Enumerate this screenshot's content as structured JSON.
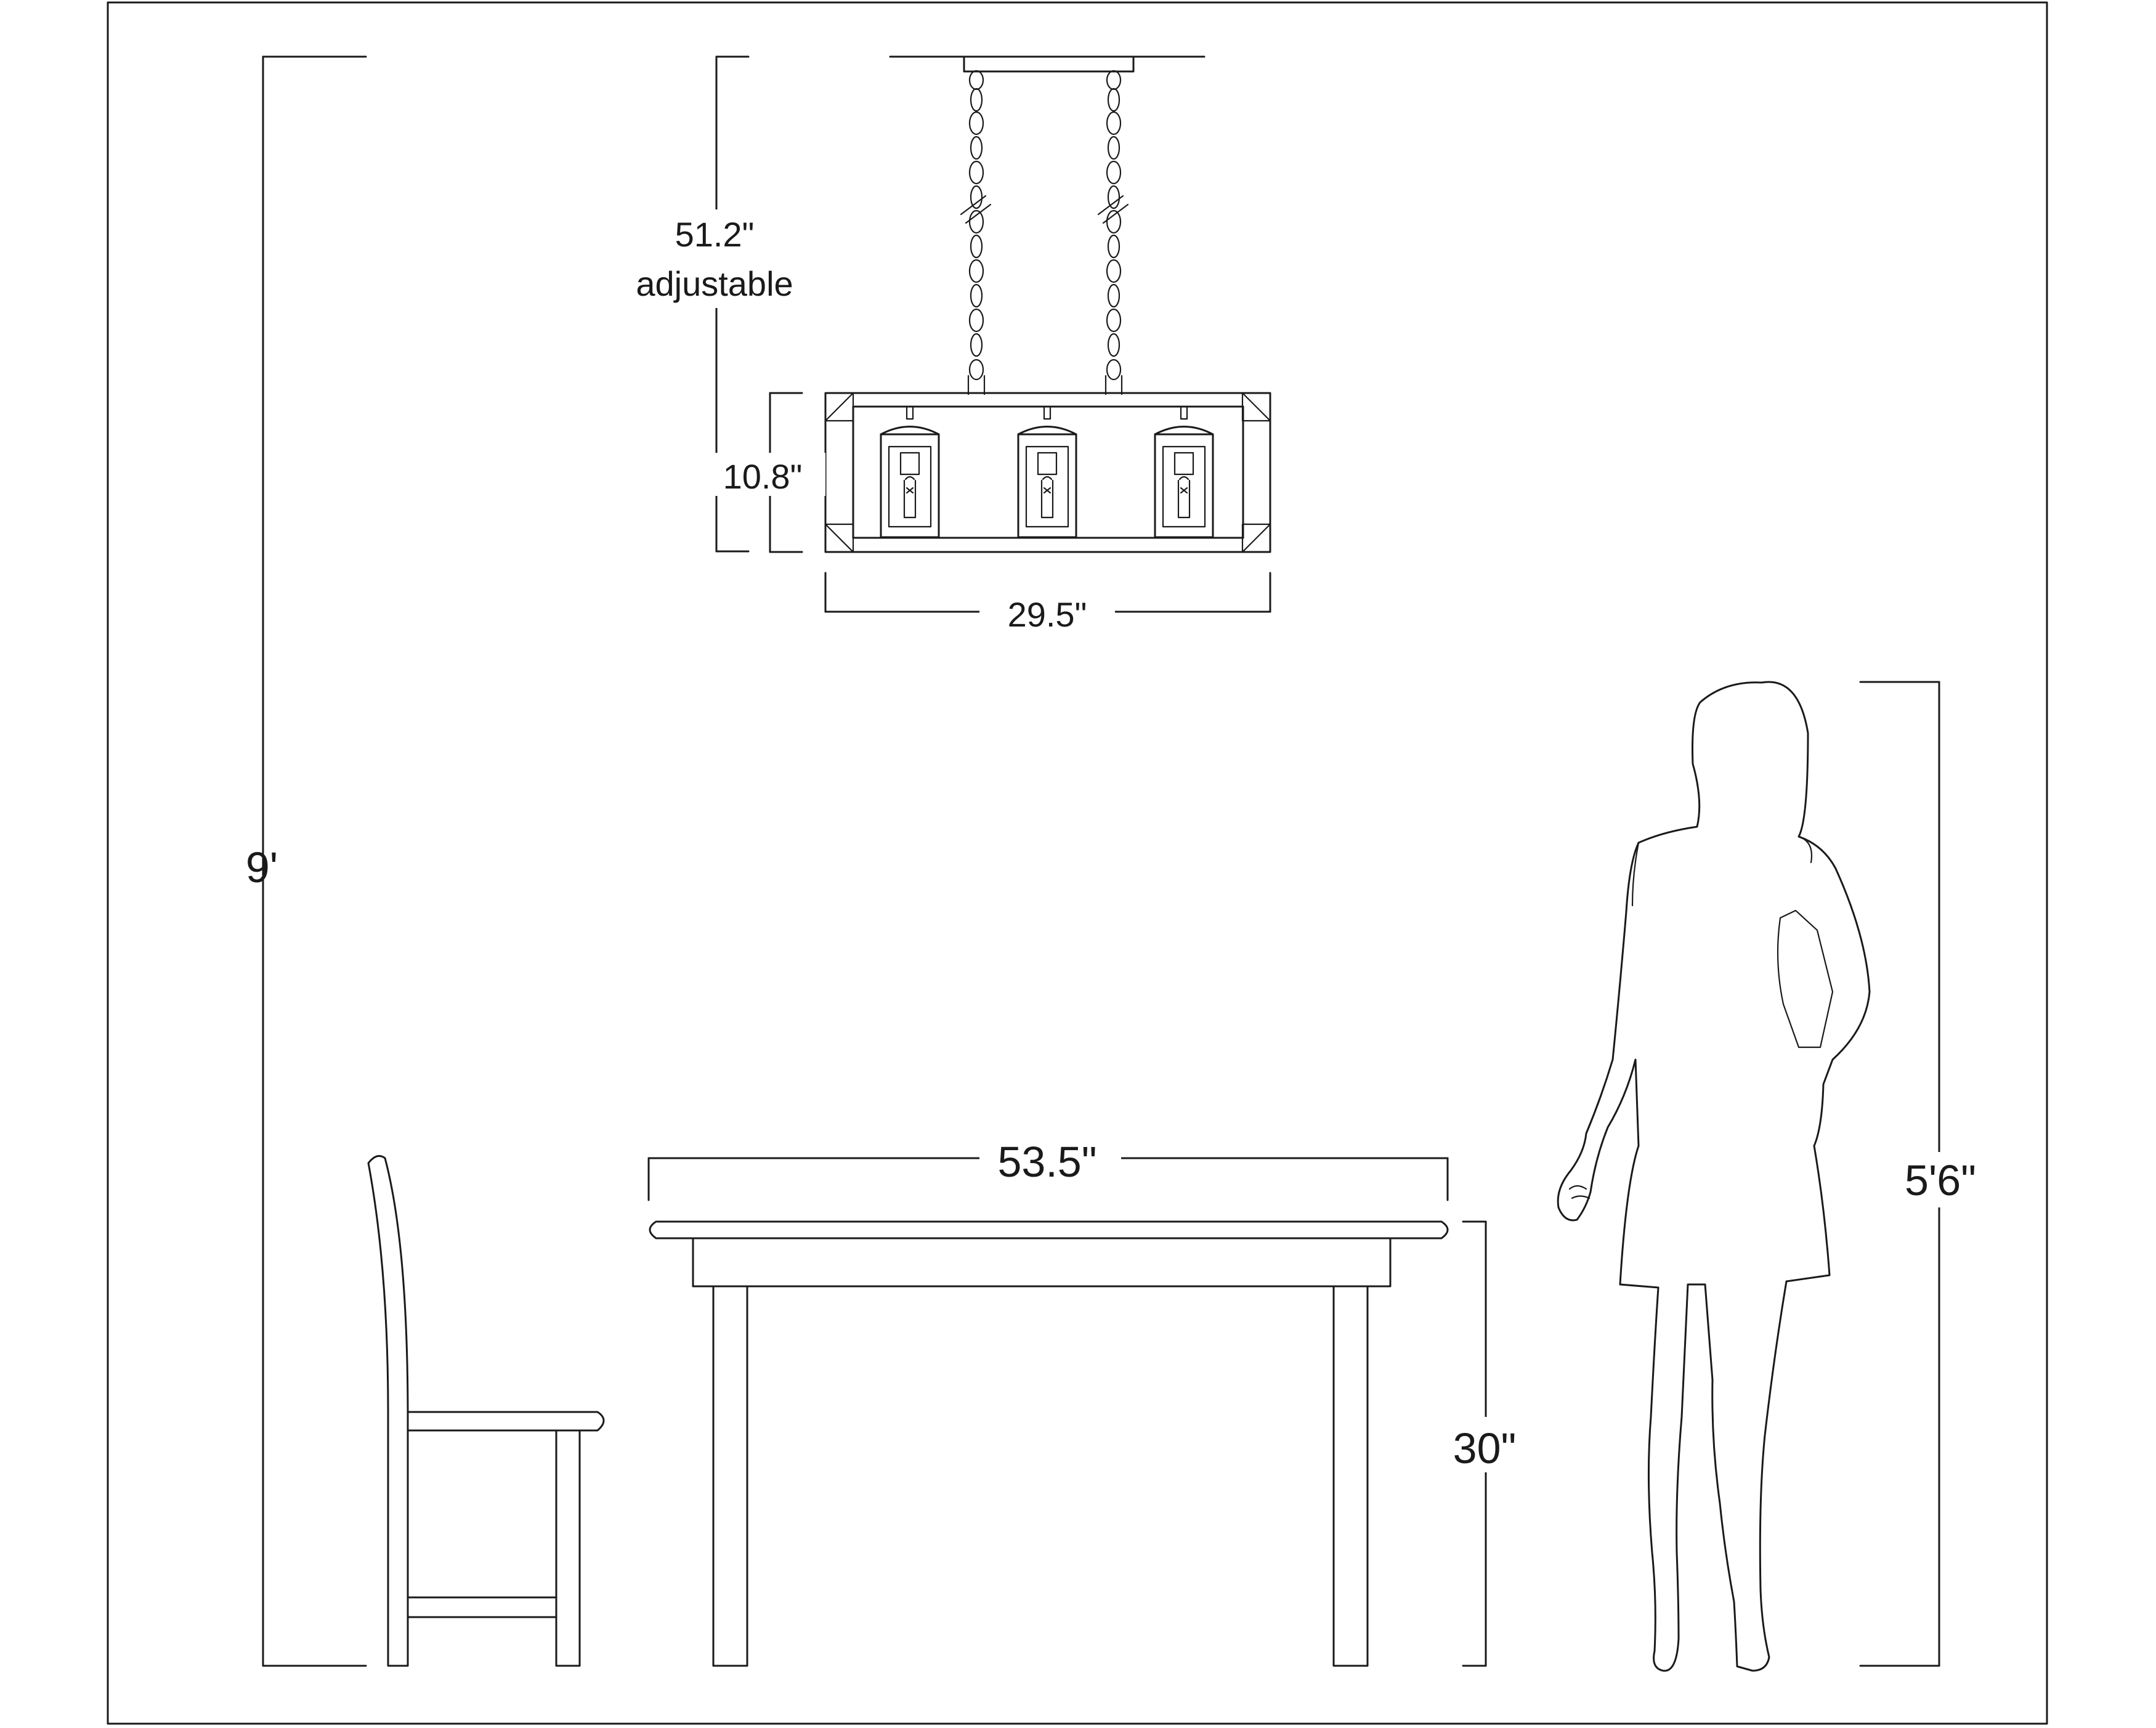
{
  "dimensions": {
    "ceiling_height": "9'",
    "chain_length": "51.2\"",
    "chain_note": "adjustable",
    "fixture_height": "10.8\"",
    "fixture_width": "29.5\"",
    "table_width": "53.5\"",
    "table_height": "30\"",
    "person_height": "5'6\""
  },
  "colors": {
    "line": "#1a1a1a",
    "background": "#ffffff"
  }
}
